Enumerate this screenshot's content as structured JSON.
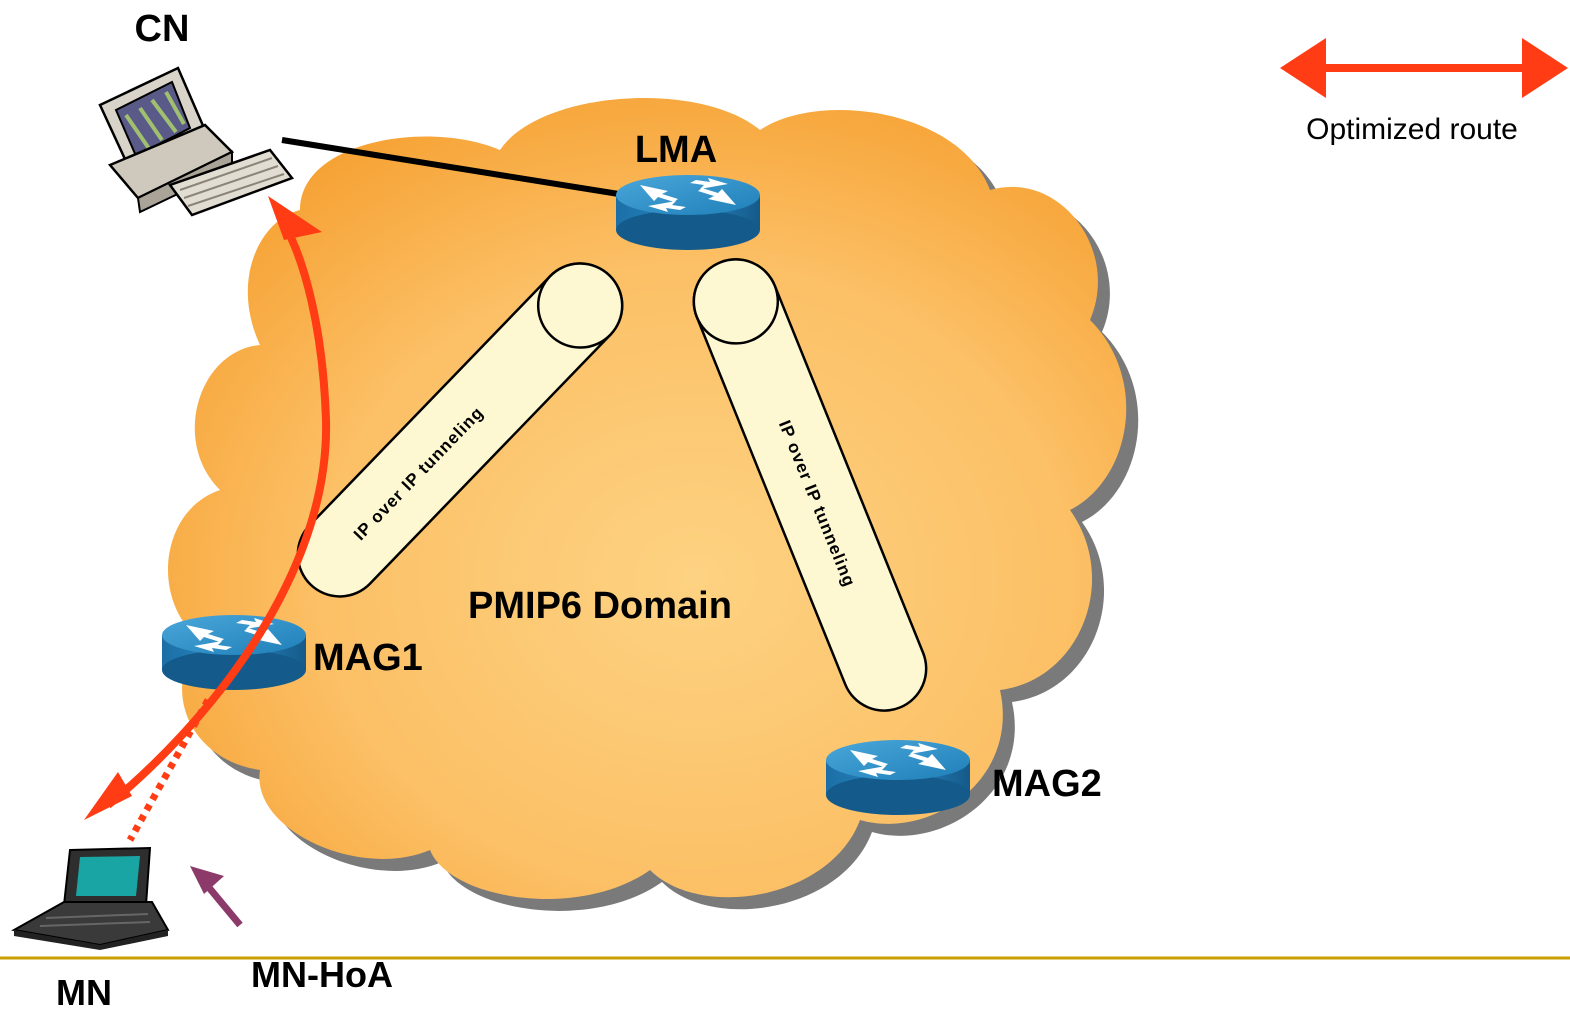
{
  "labels": {
    "cn": "CN",
    "lma": "LMA",
    "mag1": "MAG1",
    "mag2": "MAG2",
    "mn": "MN",
    "mn_hoa": "MN-HoA",
    "domain": "PMIP6 Domain",
    "tunnel_left": "IP over IP tunneling",
    "tunnel_right": "IP over IP tunneling"
  },
  "legend": {
    "optimized_route": "Optimized route"
  },
  "colors": {
    "cloud_light": "#fdd080",
    "cloud_dark": "#f7a83c",
    "cloud_shadow": "#777777",
    "route_arrow": "#ff3c14",
    "hoa_arrow": "#8b3a6a",
    "tunnel_fill": "#fdf8d0",
    "router_top": "#2b8fc7",
    "router_side": "#1a6fa3",
    "footer_line": "#c8a000"
  },
  "icons": {
    "cn": "desktop-computer-icon",
    "mn": "laptop-icon",
    "router": "router-icon"
  }
}
